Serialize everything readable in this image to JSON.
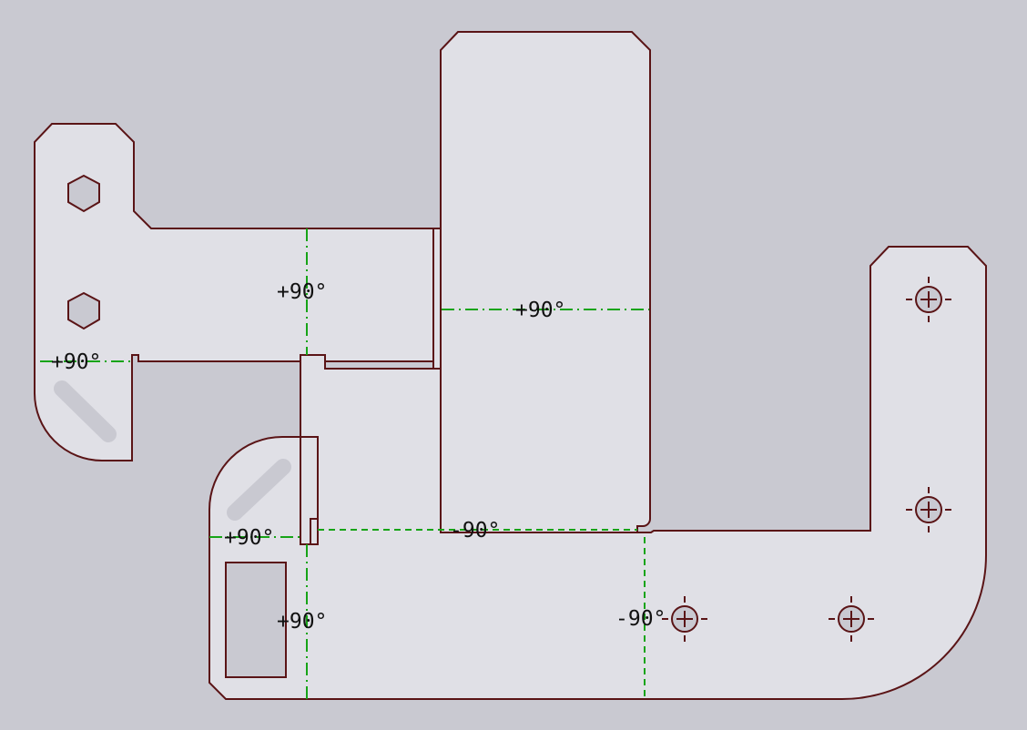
{
  "colors": {
    "background": "#c9c9d1",
    "part_fill": "#e0e0e6",
    "outline": "#5a1416",
    "bend_line": "#17a417",
    "label_text": "#111111"
  },
  "bend_labels": {
    "upper_left_flange": "+90°",
    "left_tab": "+90°",
    "center_panel": "+90°",
    "lower_left_tab": "+90°",
    "lower_left_flange": "+90°",
    "main_horizontal": "-90°",
    "bottom_right": "-90°"
  },
  "icons": {
    "hex_hole": "hexagon-hole-icon",
    "slot": "slot-icon",
    "mount_hole": "crosshair-hole-icon"
  }
}
